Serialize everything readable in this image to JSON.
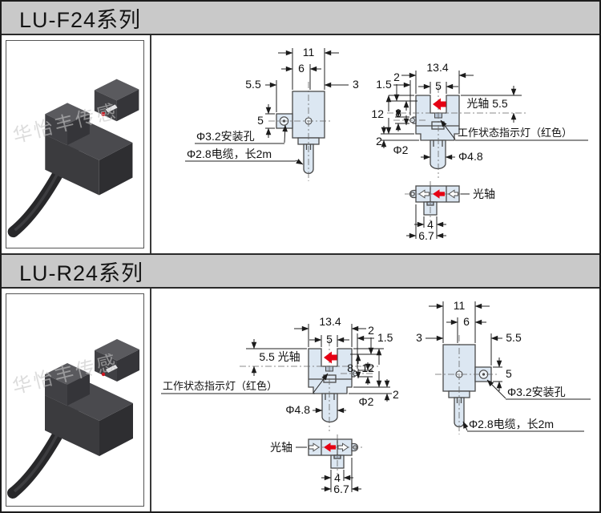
{
  "watermark": "华怡丰传感",
  "f24": {
    "header": "LU-F24系列",
    "side": {
      "d11": "11",
      "d6": "6",
      "d55": "5.5",
      "d3": "3",
      "d5": "5",
      "hole_label": "Φ3.2安装孔",
      "cable_label": "Φ2.8电缆，长2m"
    },
    "front": {
      "d134": "13.4",
      "d15": "1.5",
      "d5": "5",
      "d2top": "2",
      "d12": "12",
      "d8": "8",
      "d2bot": "2",
      "phi2": "Φ2",
      "phi48": "Φ4.8",
      "axis_label": "光轴 5.5",
      "led_label": "工作状态指示灯（红色）"
    },
    "top": {
      "d4": "4",
      "d67": "6.7",
      "axis": "光轴"
    }
  },
  "r24": {
    "header": "LU-R24系列",
    "side": {
      "d11": "11",
      "d6": "6",
      "d55": "5.5",
      "d3": "3",
      "d5": "5",
      "hole_label": "Φ3.2安装孔",
      "cable_label": "Φ2.8电缆，长2m"
    },
    "front": {
      "d134": "13.4",
      "d15": "1.5",
      "d5": "5",
      "d2top": "2",
      "d12": "12",
      "d8": "8",
      "d2bot": "2",
      "phi2": "Φ2",
      "phi48": "Φ4.8",
      "axis_label": "5.5 光轴",
      "led_label": "工作状态指示灯（红色）"
    },
    "top": {
      "d4": "4",
      "d67": "6.7",
      "axis": "光轴"
    }
  },
  "colors": {
    "accent_red": "#e60013",
    "part_fill": "#dce7f2",
    "header_bg": "#c9c9c9"
  }
}
